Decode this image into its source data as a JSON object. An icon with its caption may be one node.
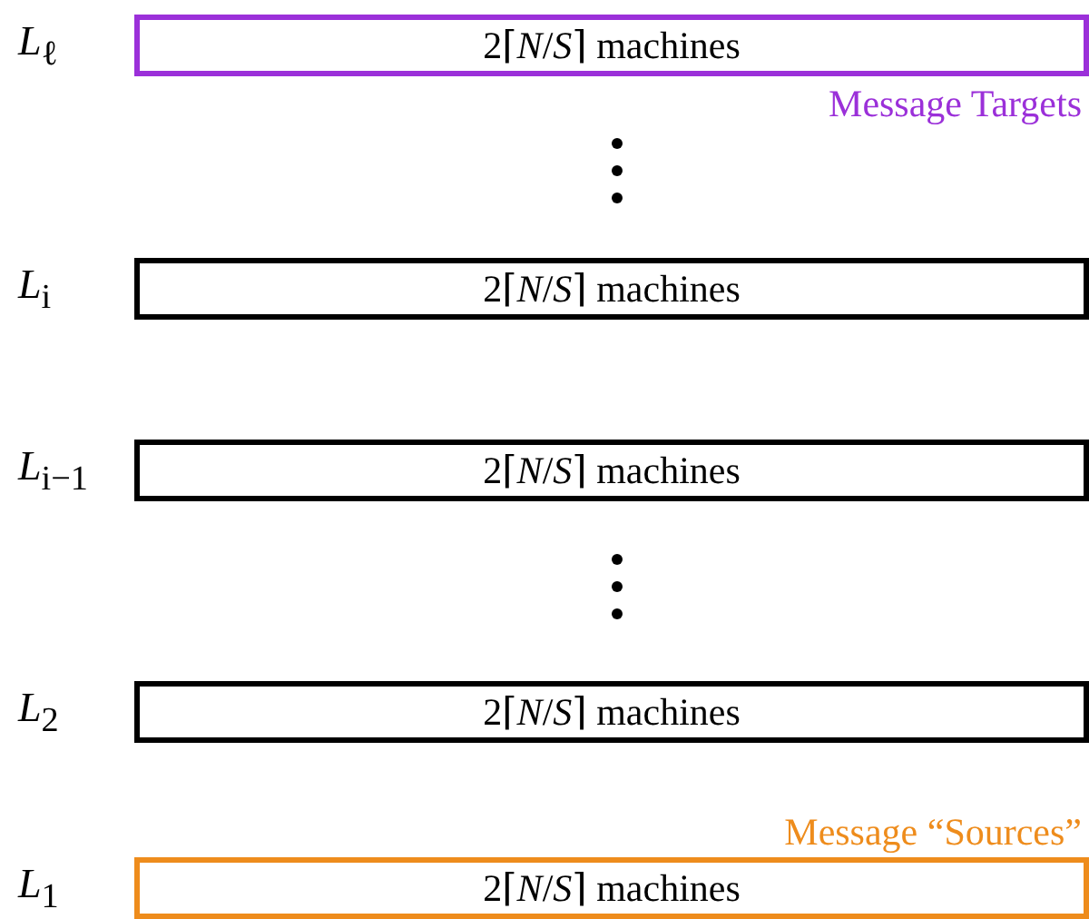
{
  "diagram": {
    "nodes": [
      {
        "text": [
          "2⌈*N*/*S*⌉ machines"
        ],
        "beside": [
          "*L*$_{ℓ}$"
        ]
      },
      {
        "text": [
          "2⌈*N*/*S*⌉ machines"
        ],
        "beside": [
          "*L*$_{i}$"
        ]
      },
      {
        "text": [
          "2⌈*N*/*S*⌉ machines"
        ],
        "beside": [
          "*L*$_{i−1}$"
        ]
      },
      {
        "text": [
          "2⌈*N*/*S*⌉ machines"
        ],
        "beside": [
          "*L*$_{2}$"
        ]
      },
      {
        "text": [
          "2⌈*N*/*S*⌉ machines"
        ],
        "beside": [
          "*L*$_{1}$"
        ]
      }
    ],
    "labels": [
      "Message Targets",
      "Message “Sources”"
    ]
  }
}
